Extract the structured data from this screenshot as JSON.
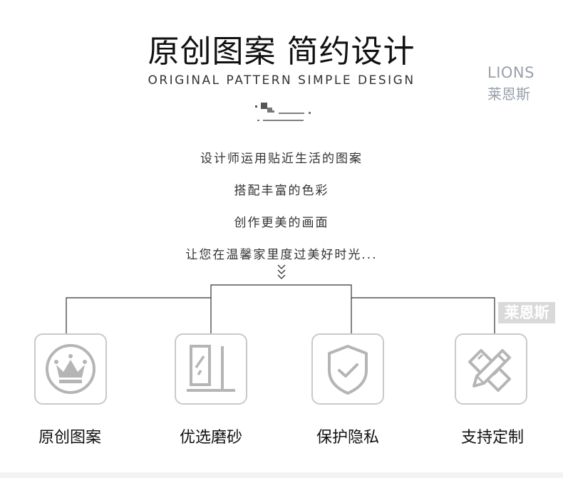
{
  "header": {
    "title": "原创图案  简约设计",
    "subtitle": "ORIGINAL PATTERN SIMPLE DESIGN"
  },
  "brand": {
    "name_en": "LIONS",
    "name_cn": "莱恩斯"
  },
  "description": [
    "设计师运用贴近生活的图案",
    "搭配丰富的色彩",
    "创作更美的画面",
    "让您在温馨家里度过美好时光..."
  ],
  "stamp": "莱恩斯",
  "features": [
    {
      "icon": "crown-icon",
      "label": "原创图案"
    },
    {
      "icon": "frosted-panel-icon",
      "label": "优选磨砂"
    },
    {
      "icon": "shield-check-icon",
      "label": "保护隐私"
    },
    {
      "icon": "pencil-ruler-icon",
      "label": "支持定制"
    }
  ],
  "colors": {
    "icon_stroke": "#b5b5b5",
    "card_border": "#c9c9c9",
    "brand_text": "#9aa0aa"
  }
}
